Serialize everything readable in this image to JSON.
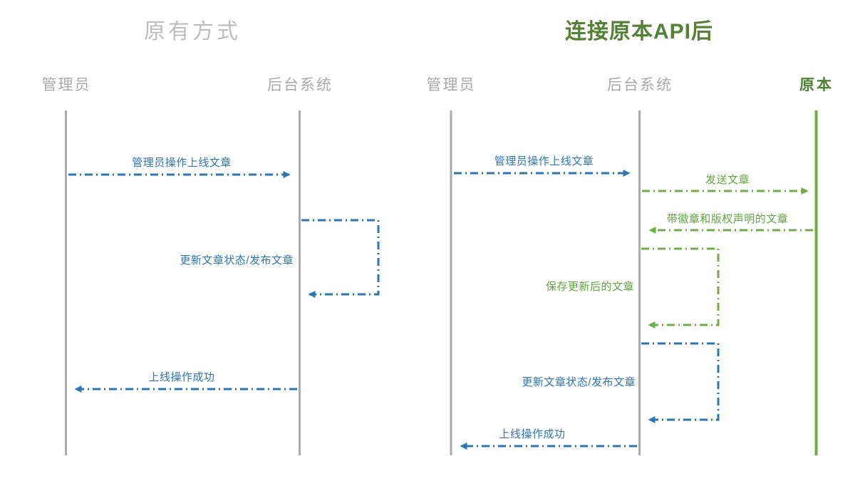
{
  "colors": {
    "message_blue": "#2E75B6",
    "message_green": "#70AD47",
    "title_green": "#538135",
    "lifeline_gray": "#ABABAB",
    "title_gray": "#BDBDBD"
  },
  "left_diagram": {
    "title": "原有方式",
    "actors": [
      {
        "label": "管理员"
      },
      {
        "label": "后台系统"
      }
    ],
    "messages": [
      {
        "label": "管理员操作上线文章",
        "from": "管理员",
        "to": "后台系统",
        "color": "blue"
      },
      {
        "label": "更新文章状态/发布文章",
        "from": "后台系统",
        "to": "后台系统",
        "color": "blue"
      },
      {
        "label": "上线操作成功",
        "from": "后台系统",
        "to": "管理员",
        "color": "blue"
      }
    ]
  },
  "right_diagram": {
    "title": "连接原本API后",
    "actors": [
      {
        "label": "管理员"
      },
      {
        "label": "后台系统"
      },
      {
        "label": "原本"
      }
    ],
    "messages": [
      {
        "label": "管理员操作上线文章",
        "from": "管理员",
        "to": "后台系统",
        "color": "blue"
      },
      {
        "label": "发送文章",
        "from": "后台系统",
        "to": "原本",
        "color": "green"
      },
      {
        "label": "带徽章和版权声明的文章",
        "from": "原本",
        "to": "后台系统",
        "color": "green"
      },
      {
        "label": "保存更新后的文章",
        "from": "后台系统",
        "to": "后台系统",
        "color": "green"
      },
      {
        "label": "更新文章状态/发布文章",
        "from": "后台系统",
        "to": "后台系统",
        "color": "blue"
      },
      {
        "label": "上线操作成功",
        "from": "后台系统",
        "to": "管理员",
        "color": "blue"
      }
    ]
  }
}
